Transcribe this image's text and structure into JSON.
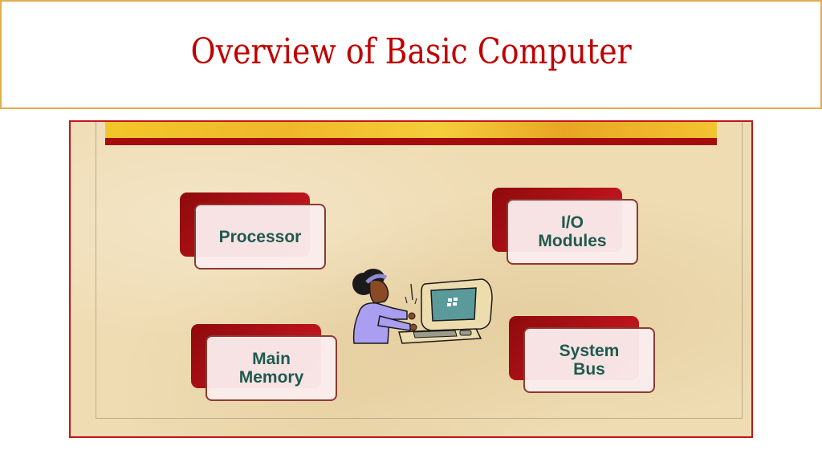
{
  "slide": {
    "title": "Overview of Basic Computer",
    "colors": {
      "title": "#c00000",
      "title_border": "#e0ae4e",
      "frame_border": "#c0161a",
      "parchment": "#efdcb3",
      "gold_band": "#f2c62a",
      "red_band": "#a50c0c",
      "card_back": "#b3121a",
      "card_front": "#faecec",
      "card_text": "#1f5a4e"
    }
  },
  "diagram": {
    "components": [
      {
        "id": "processor",
        "label": "Processor"
      },
      {
        "id": "io-modules",
        "label_line1": "I/O",
        "label_line2": "Modules"
      },
      {
        "id": "main-memory",
        "label_line1": "Main",
        "label_line2": "Memory"
      },
      {
        "id": "system-bus",
        "label_line1": "System",
        "label_line2": "Bus"
      }
    ],
    "center_illustration": "person-using-computer-icon"
  }
}
